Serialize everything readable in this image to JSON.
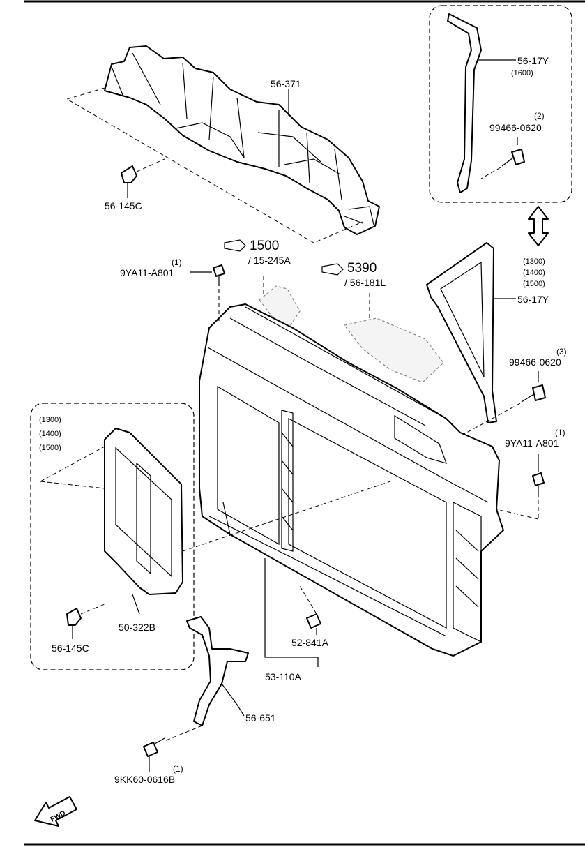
{
  "parts": {
    "p_56_371": "56-371",
    "p_56_145c_top": "56-145C",
    "p_56_145c_bottom": "56-145C",
    "p_56_17y_top": "56-17Y",
    "p_56_17y_top_note": "(1600)",
    "p_99466_top": "99466-0620",
    "p_99466_top_qty": "(2)",
    "p_ref_1500": "1500",
    "p_ref_15_245a": "/ 15-245A",
    "p_ref_5390": "5390",
    "p_ref_56_181l": "/ 56-181L",
    "p_9ya11_left": "9YA11-A801",
    "p_9ya11_left_qty": "(1)",
    "p_56_17y_right": "56-17Y",
    "p_56_17y_right_notes": [
      "(1300)",
      "(1400)",
      "(1500)"
    ],
    "p_99466_right": "99466-0620",
    "p_99466_right_qty": "(3)",
    "p_9ya11_right": "9YA11-A801",
    "p_9ya11_right_qty": "(1)",
    "p_50_322b": "50-322B",
    "p_50_322b_notes": [
      "(1300)",
      "(1400)",
      "(1500)"
    ],
    "p_52_841a": "52-841A",
    "p_53_110a": "53-110A",
    "p_56_651": "56-651",
    "p_9kk60": "9KK60-0616B",
    "p_9kk60_qty": "(1)",
    "fwd": "FWD"
  }
}
